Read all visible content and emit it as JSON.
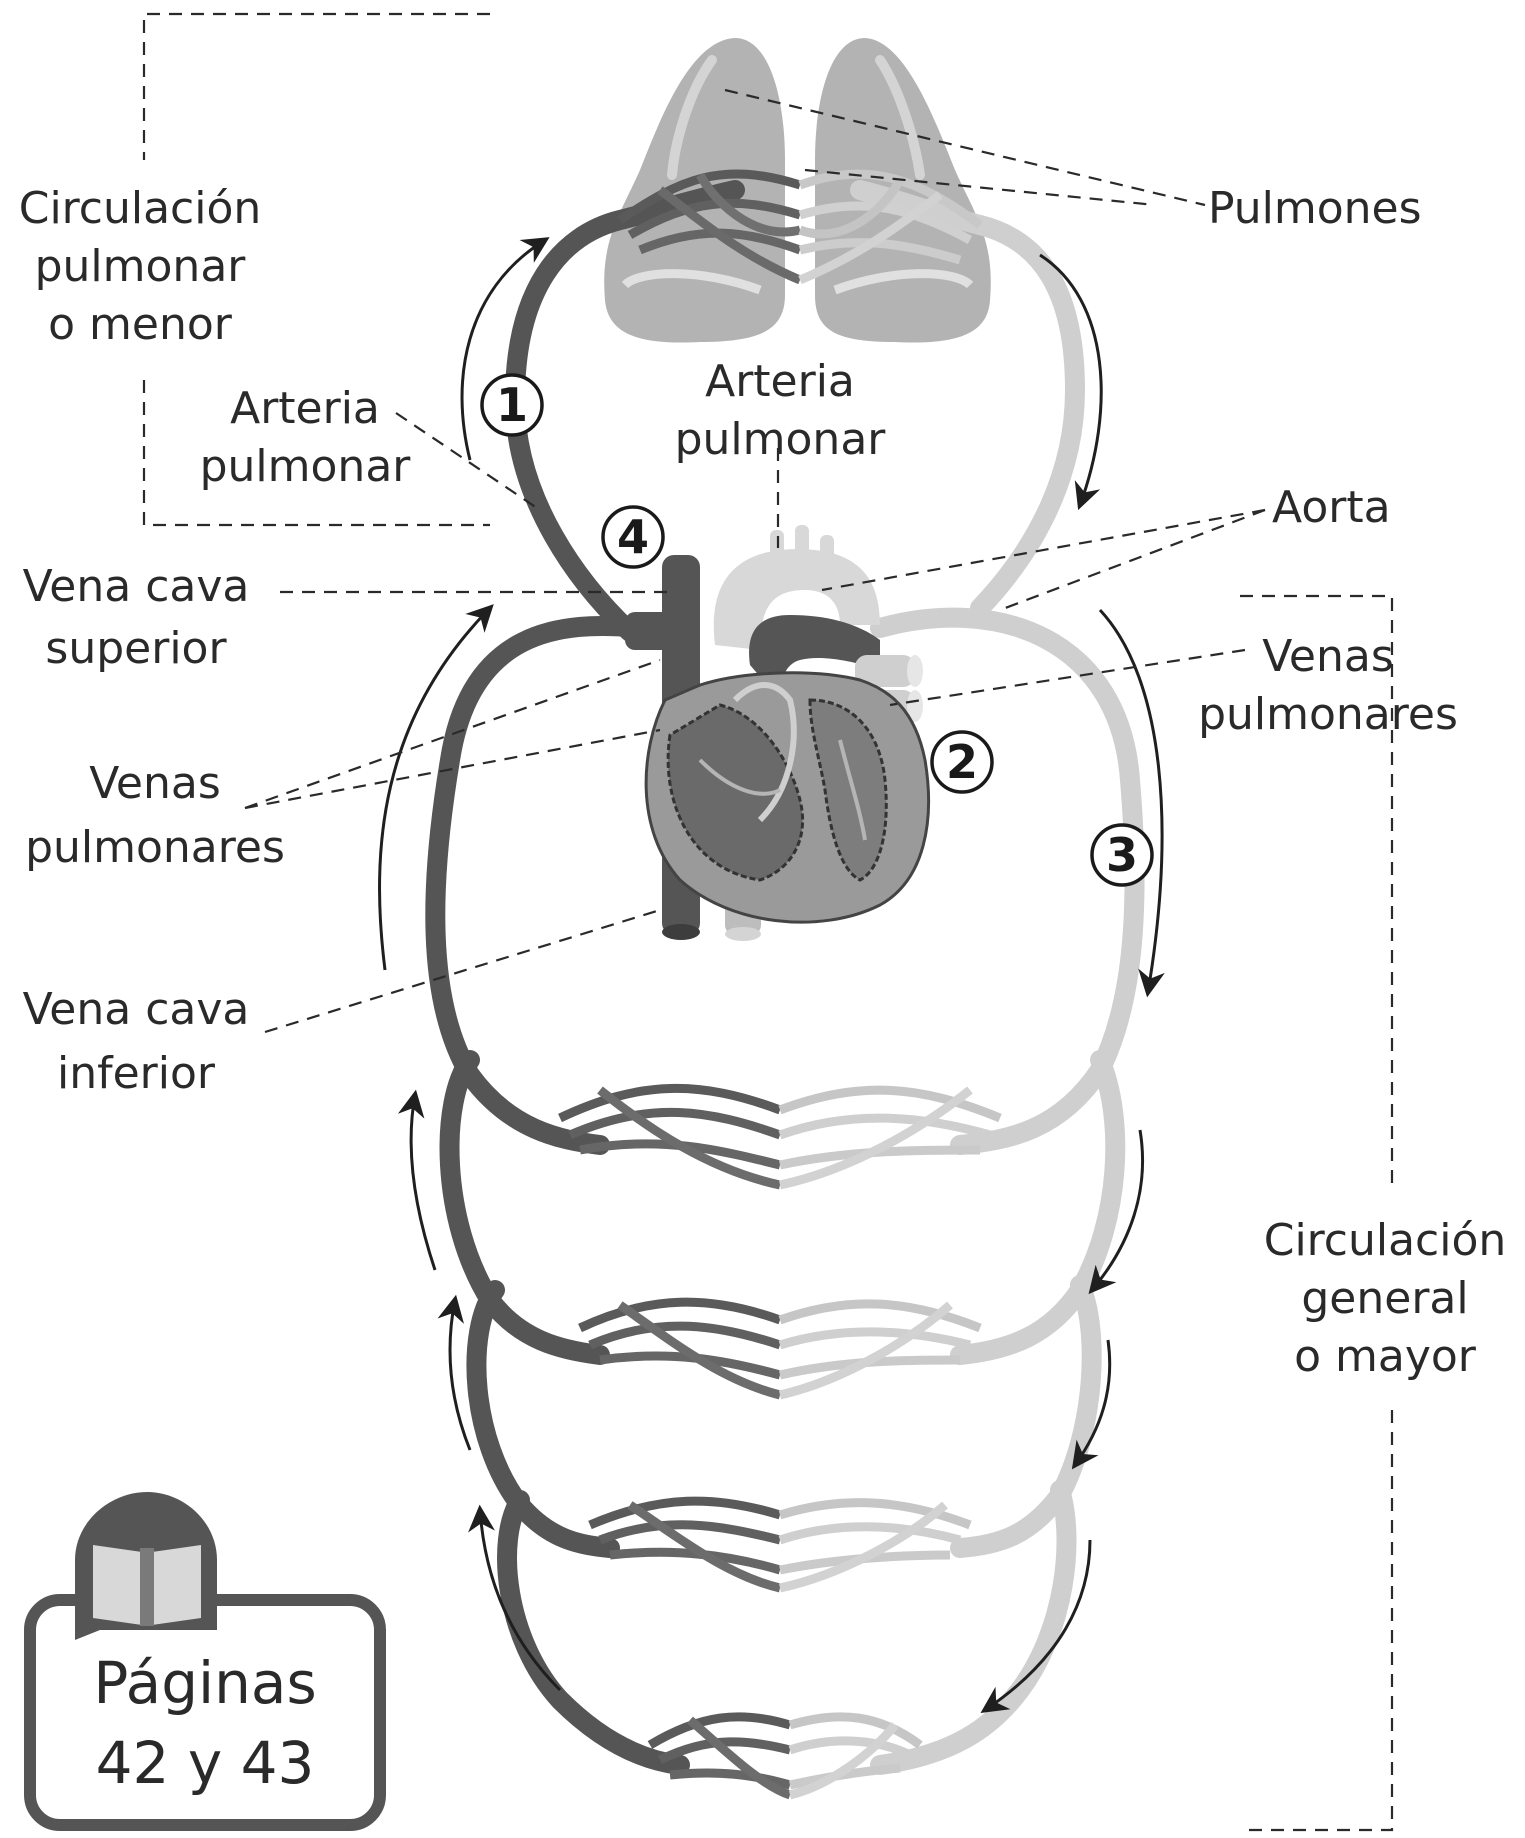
{
  "labels": {
    "circ_pulmonar": "Circulación\npulmonar\no menor",
    "arteria_pulmonar_left": "Arteria\npulmonar",
    "arteria_pulmonar_center": "Arteria\npulmonar",
    "pulmones": "Pulmones",
    "aorta": "Aorta",
    "vena_cava_superior": "Vena cava\nsuperior",
    "venas_pulmonares_right": "Venas\npulmonares",
    "venas_pulmonares_left": "Venas\npulmonares",
    "vena_cava_inferior": "Vena cava\ninferior",
    "circ_general": "Circulación\ngeneral\no mayor"
  },
  "numbers": {
    "n1": "1",
    "n2": "2",
    "n3": "3",
    "n4": "4"
  },
  "reference_box": {
    "text": "Páginas\n42 y 43",
    "icon": "book-icon"
  },
  "colors": {
    "venous": "#555555",
    "arterial": "#cfcfcf",
    "lung": "#b3b3b3",
    "heart": "#9a9a9a",
    "arrow": "#1f1f1f"
  }
}
